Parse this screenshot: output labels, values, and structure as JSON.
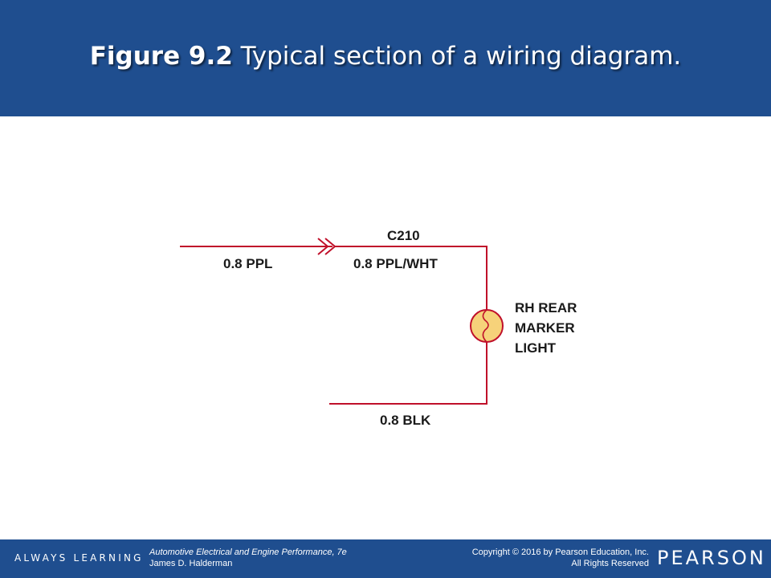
{
  "slide": {
    "title_bold": "Figure 9.2",
    "title_rest": " Typical section of a wiring diagram."
  },
  "diagram": {
    "wire_in": "0.8 PPL",
    "connector": "C210",
    "wire_out": "0.8 PPL/WHT",
    "component_line1": "RH REAR",
    "component_line2": "MARKER",
    "component_line3": "LIGHT",
    "ground_wire": "0.8 BLK",
    "colors": {
      "wire": "#c0102a",
      "bulb_fill": "#f6d27a"
    }
  },
  "footer": {
    "tagline": "ALWAYS LEARNING",
    "book_title": "Automotive Electrical and Engine Performance, 7e",
    "author": "James D. Halderman",
    "copyright": "Copyright © 2016 by Pearson Education, Inc.",
    "rights": "All Rights Reserved",
    "brand": "PEARSON"
  }
}
